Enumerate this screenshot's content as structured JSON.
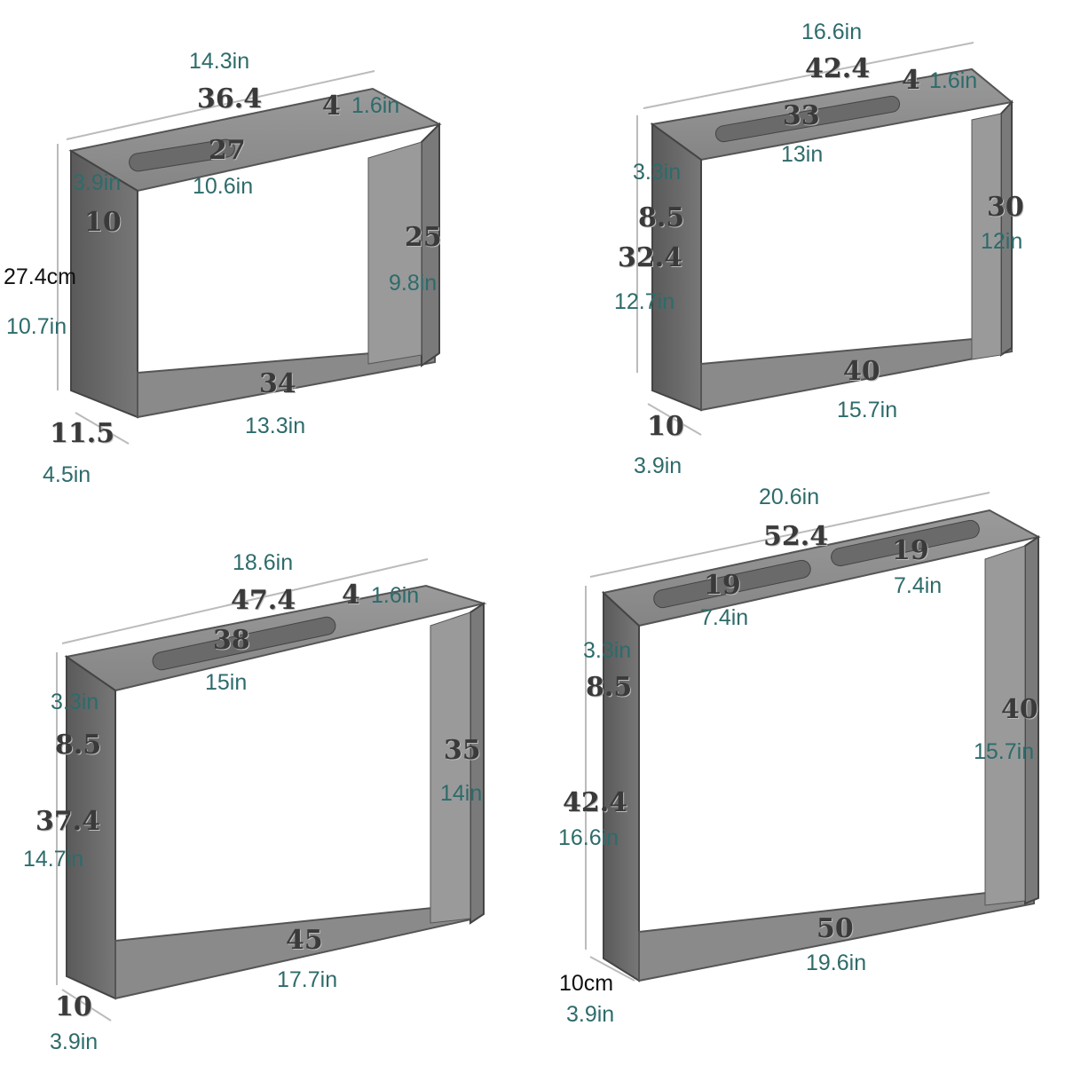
{
  "figures": [
    {
      "id": "small",
      "labels": {
        "width_cm": "36.4",
        "width_in": "14.3in",
        "tab_cm": "4",
        "tab_in": "1.6in",
        "slot_cm": "27",
        "slot_in": "10.6in",
        "top_cm": "10",
        "top_in": "3.9in",
        "height_cm": "27.4cm",
        "height_in": "10.7in",
        "inner_cm": "25",
        "inner_in": "9.8in",
        "bottom_cm": "34",
        "bottom_in": "13.3in",
        "depth_cm": "11.5",
        "depth_in": "4.5in"
      }
    },
    {
      "id": "medium",
      "labels": {
        "width_cm": "42.4",
        "width_in": "16.6in",
        "tab_cm": "4",
        "tab_in": "1.6in",
        "slot_cm": "33",
        "slot_in": "13in",
        "top_cm": "8.5",
        "top_in": "3.3in",
        "height_cm": "32.4",
        "height_in": "12.7in",
        "inner_cm": "30",
        "inner_in": "12in",
        "bottom_cm": "40",
        "bottom_in": "15.7in",
        "depth_cm": "10",
        "depth_in": "3.9in"
      }
    },
    {
      "id": "large",
      "labels": {
        "width_cm": "47.4",
        "width_in": "18.6in",
        "tab_cm": "4",
        "tab_in": "1.6in",
        "slot_cm": "38",
        "slot_in": "15in",
        "top_cm": "8.5",
        "top_in": "3.3in",
        "height_cm": "37.4",
        "height_in": "14.7in",
        "inner_cm": "35",
        "inner_in": "14in",
        "bottom_cm": "45",
        "bottom_in": "17.7in",
        "depth_cm": "10",
        "depth_in": "3.9in"
      }
    },
    {
      "id": "xlarge",
      "labels": {
        "width_cm": "52.4",
        "width_in": "20.6in",
        "slot1_cm": "19",
        "slot1_in": "7.4in",
        "slot2_cm": "19",
        "slot2_in": "7.4in",
        "top_cm": "8.5",
        "top_in": "3.3in",
        "height_cm": "42.4",
        "height_in": "16.6in",
        "inner_cm": "40",
        "inner_in": "15.7in",
        "bottom_cm": "50",
        "bottom_in": "19.6in",
        "depth_cm": "10cm",
        "depth_in": "3.9in"
      }
    }
  ]
}
